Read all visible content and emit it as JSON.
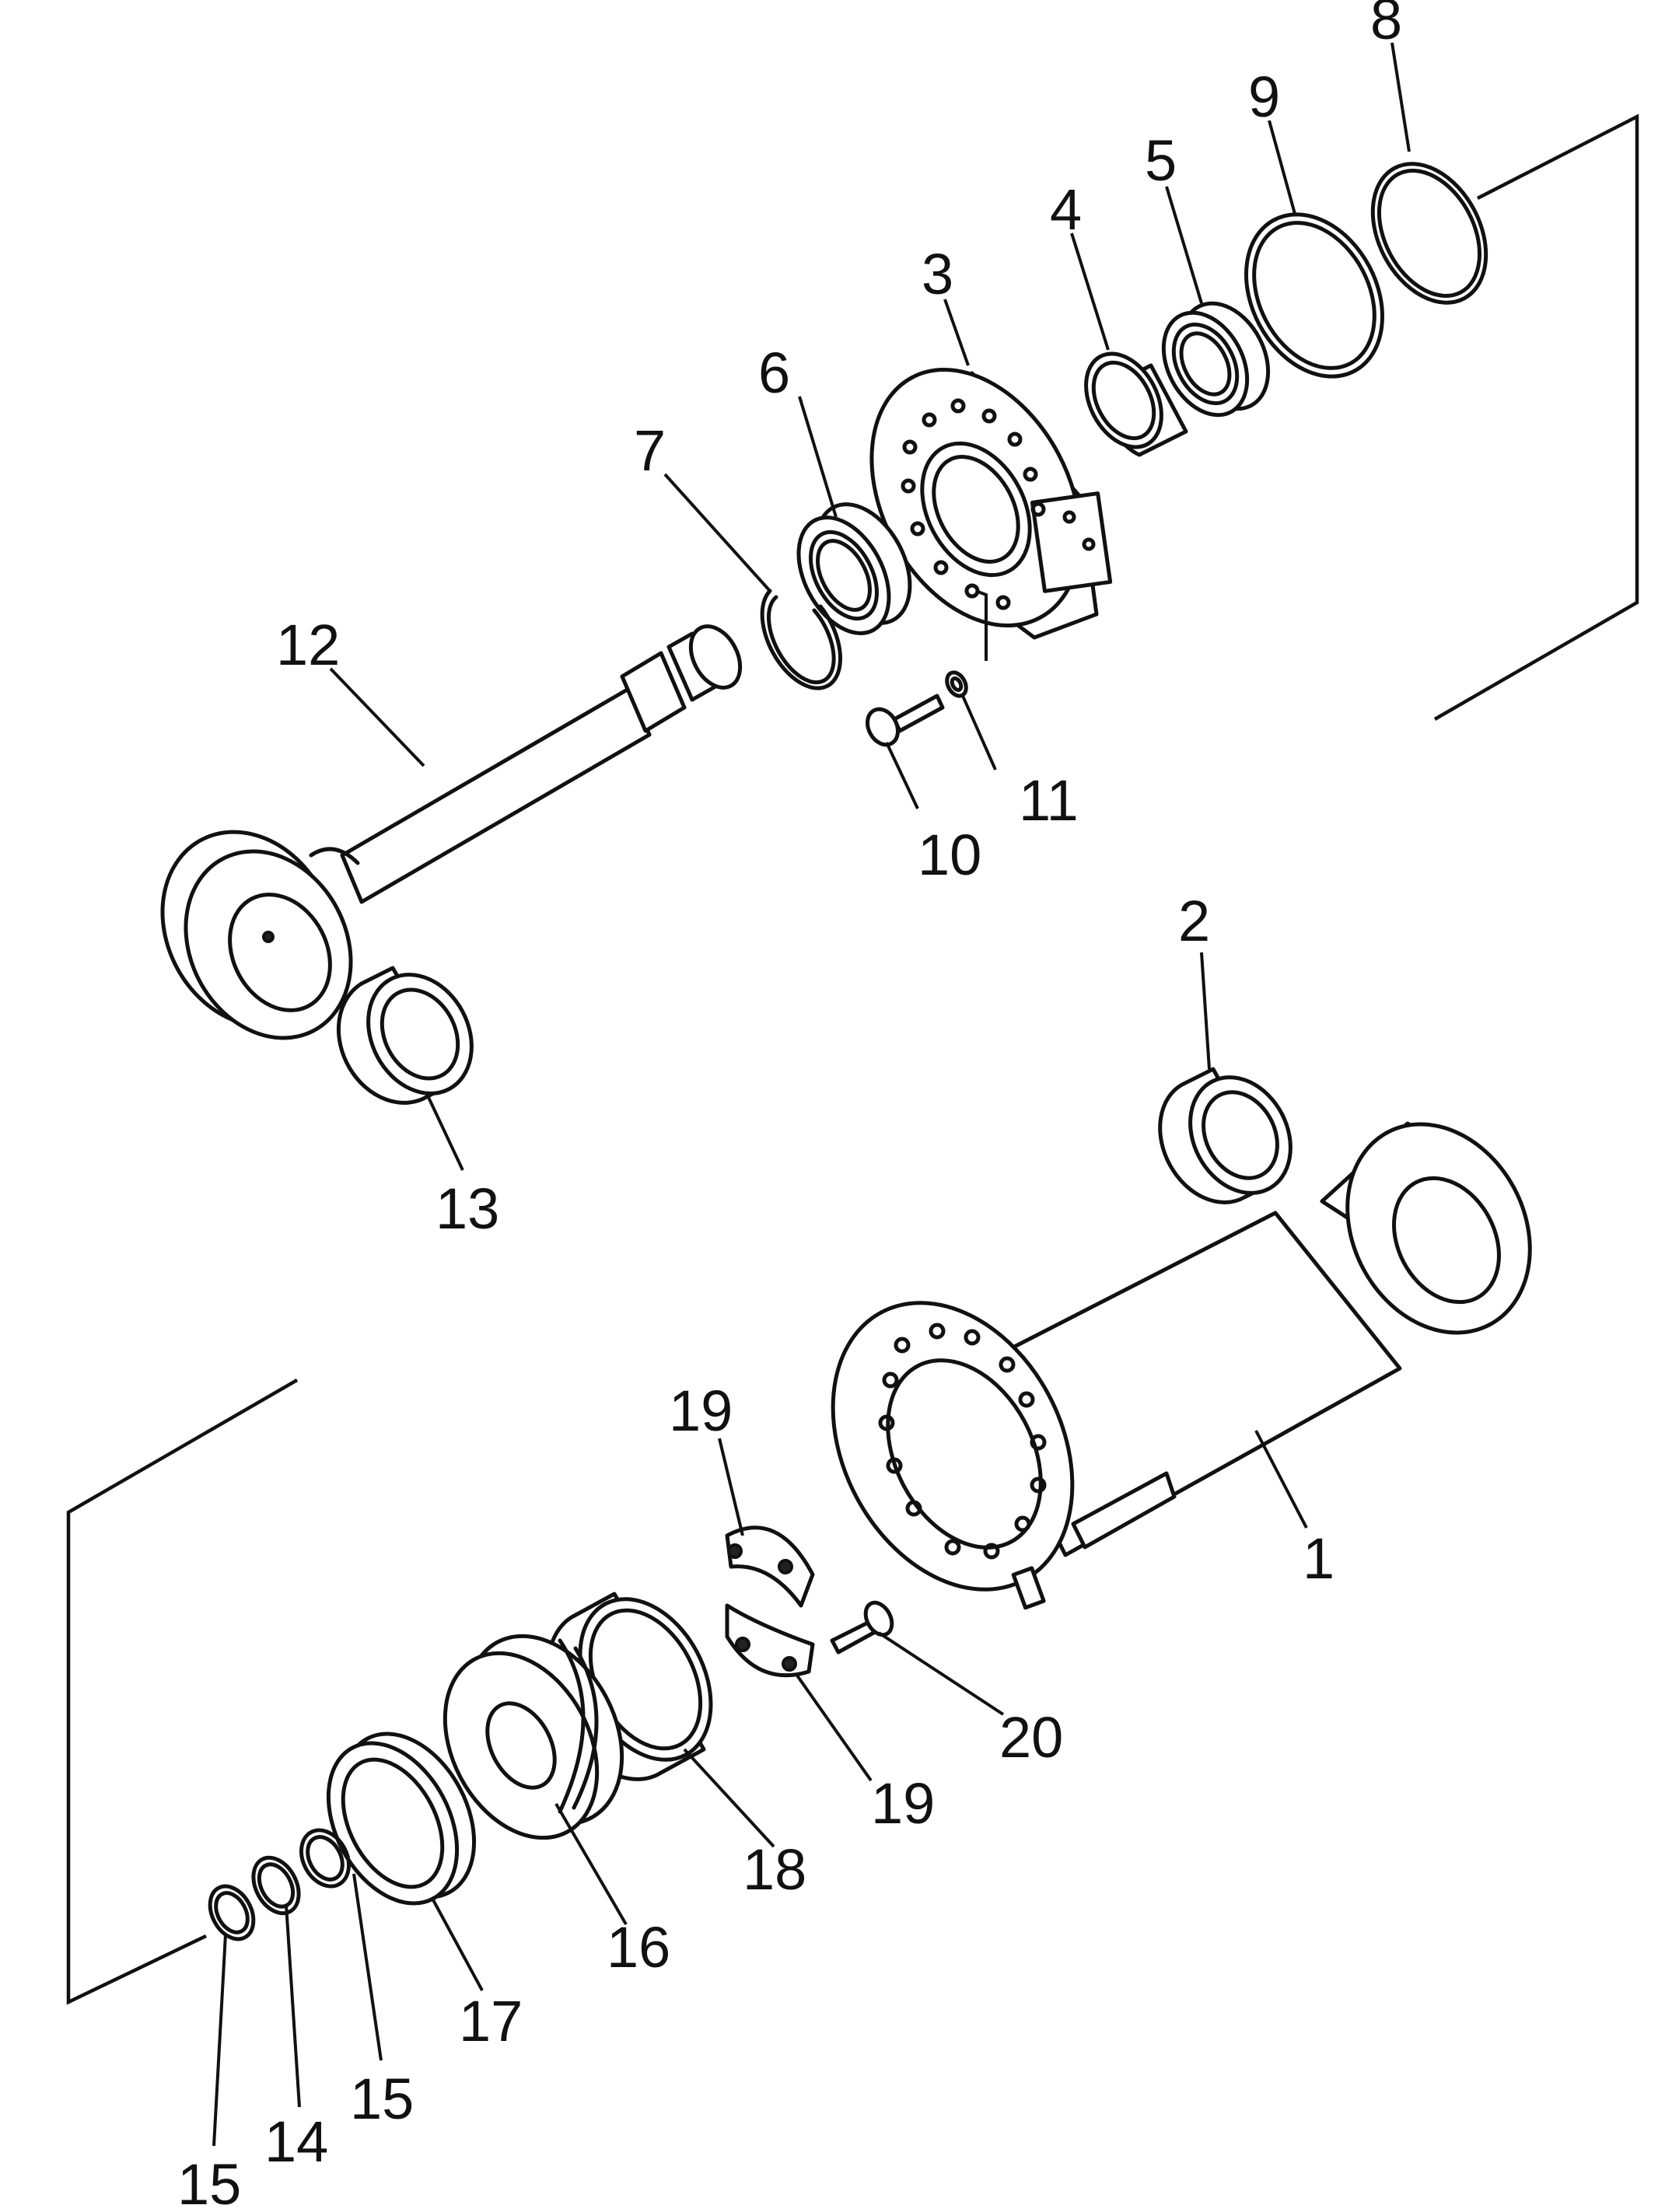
{
  "diagram": {
    "callouts": [
      {
        "id": "c8",
        "label": "8"
      },
      {
        "id": "c9",
        "label": "9"
      },
      {
        "id": "c5",
        "label": "5"
      },
      {
        "id": "c4",
        "label": "4"
      },
      {
        "id": "c3",
        "label": "3"
      },
      {
        "id": "c6",
        "label": "6"
      },
      {
        "id": "c7",
        "label": "7"
      },
      {
        "id": "c12",
        "label": "12"
      },
      {
        "id": "c11",
        "label": "11"
      },
      {
        "id": "c10",
        "label": "10"
      },
      {
        "id": "c2",
        "label": "2"
      },
      {
        "id": "c13",
        "label": "13"
      },
      {
        "id": "c19a",
        "label": "19"
      },
      {
        "id": "c1",
        "label": "1"
      },
      {
        "id": "c20",
        "label": "20"
      },
      {
        "id": "c19b",
        "label": "19"
      },
      {
        "id": "c18",
        "label": "18"
      },
      {
        "id": "c16",
        "label": "16"
      },
      {
        "id": "c17",
        "label": "17"
      },
      {
        "id": "c15a",
        "label": "15"
      },
      {
        "id": "c14",
        "label": "14"
      },
      {
        "id": "c15b",
        "label": "15"
      }
    ]
  }
}
